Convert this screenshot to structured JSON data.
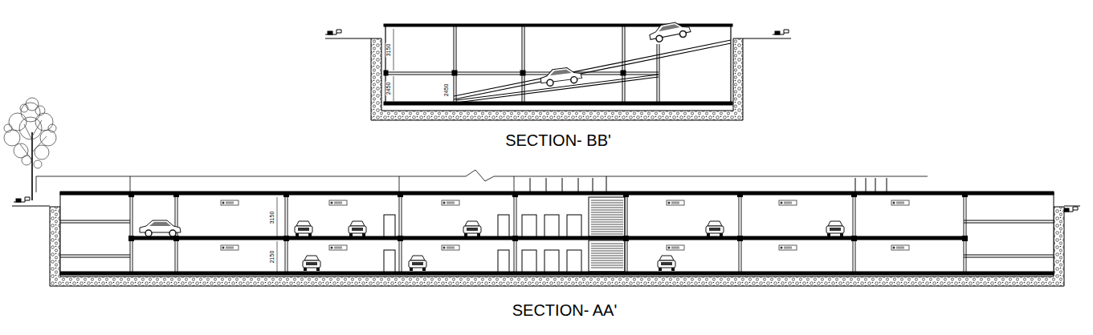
{
  "diagram": {
    "labels": [
      "3150",
      "2450",
      "2450",
      "SECTION- BB'",
      "3150",
      "2150",
      "SECTION- AA'"
    ]
  }
}
